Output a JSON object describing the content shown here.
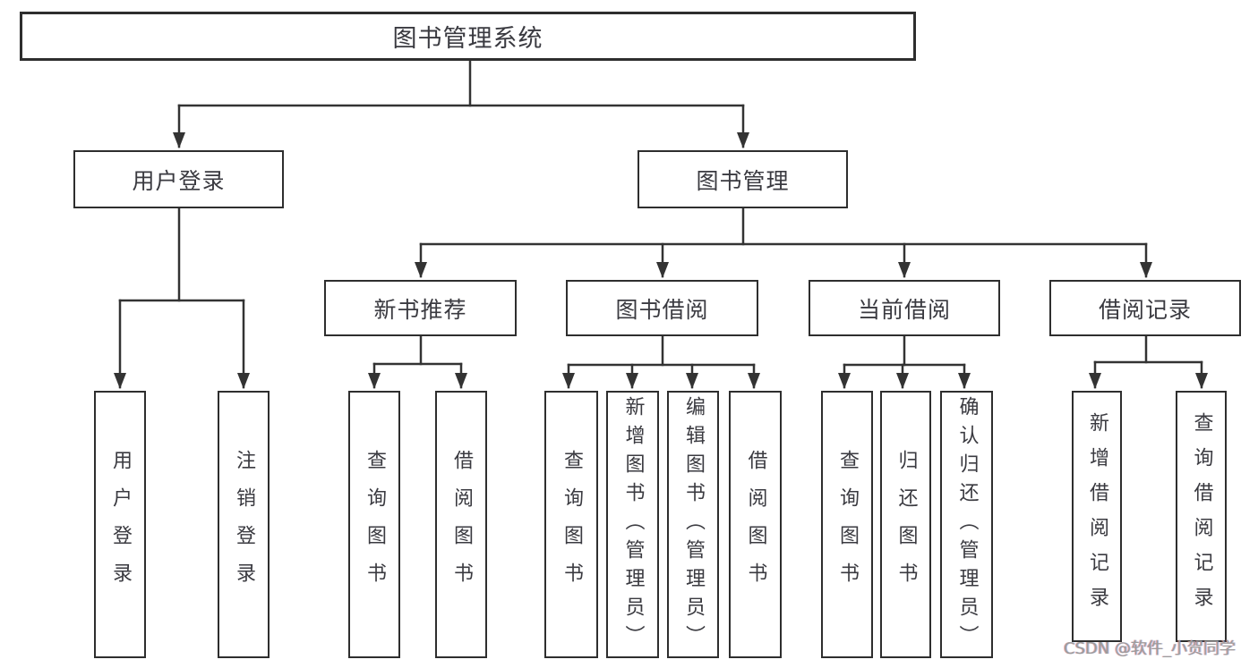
{
  "diagram_title": "图书管理系统",
  "tree": {
    "root": {
      "label": "图书管理系统"
    },
    "branches": [
      {
        "label": "用户登录",
        "children": [
          {
            "label": "用户登录"
          },
          {
            "label": "注销登录"
          }
        ]
      },
      {
        "label": "图书管理",
        "groups": [
          {
            "label": "新书推荐",
            "children": [
              {
                "label": "查询图书"
              },
              {
                "label": "借阅图书"
              }
            ]
          },
          {
            "label": "图书借阅",
            "children": [
              {
                "label": "查询图书"
              },
              {
                "label": "新增图书（管理员）"
              },
              {
                "label": "编辑图书（管理员）"
              },
              {
                "label": "借阅图书"
              }
            ]
          },
          {
            "label": "当前借阅",
            "children": [
              {
                "label": "查询图书"
              },
              {
                "label": "归还图书"
              },
              {
                "label": "确认归还（管理员）"
              }
            ]
          },
          {
            "label": "借阅记录",
            "children": [
              {
                "label": "新增借阅记录"
              },
              {
                "label": "查询借阅记录"
              }
            ]
          }
        ]
      }
    ]
  },
  "watermark": {
    "text": "CSDN @软件_小贺同学"
  },
  "colors": {
    "line": "#333333",
    "node_border": "#2e2e2e",
    "text": "#3a3a40",
    "watermark": "#9c9c9c",
    "background": "#ffffff"
  }
}
